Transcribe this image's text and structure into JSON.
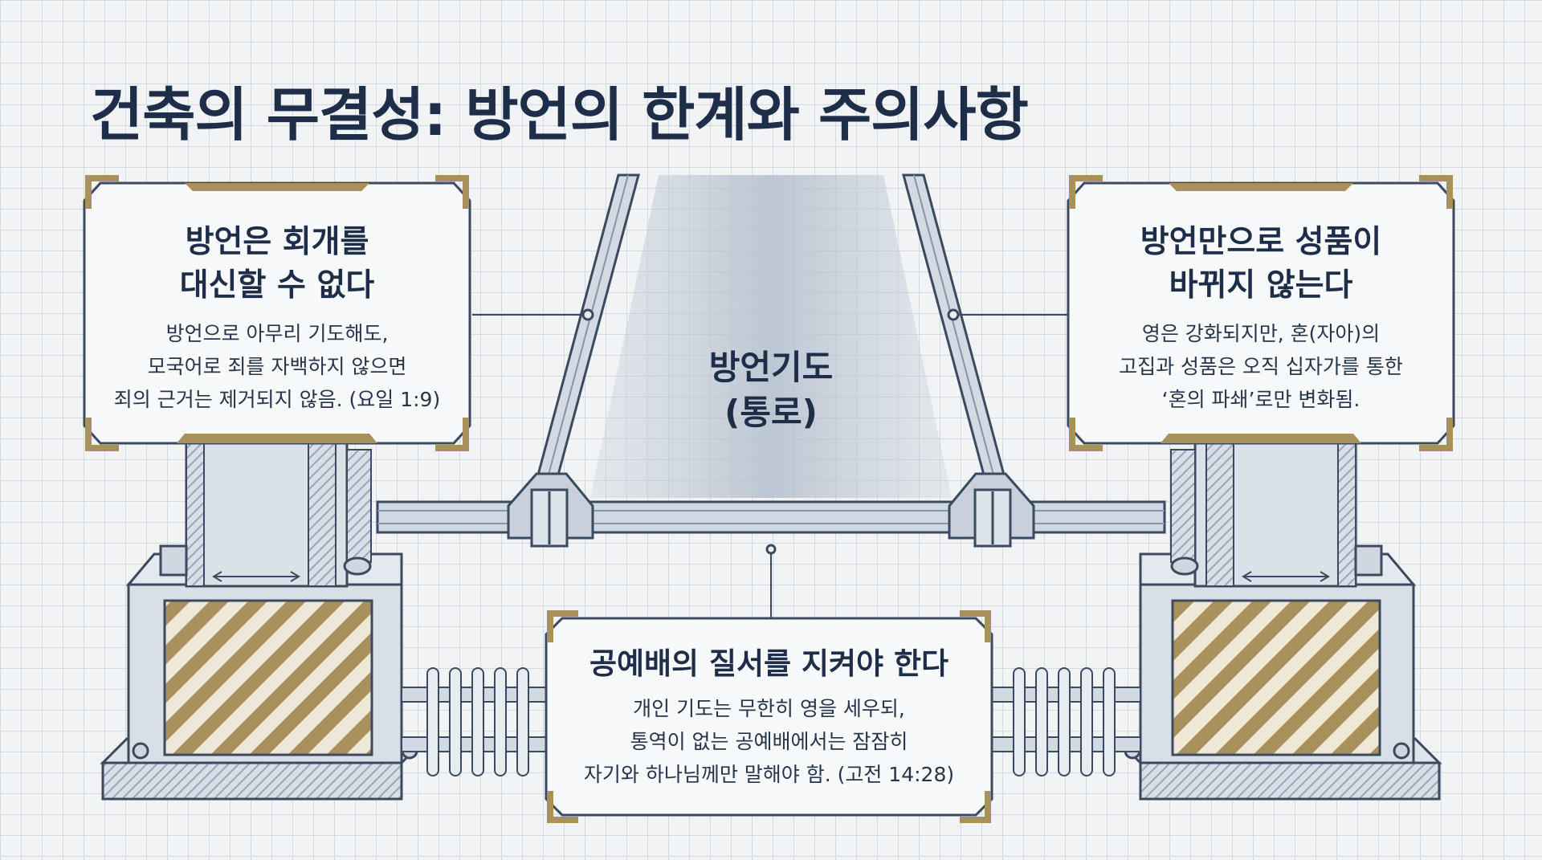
{
  "title": "건축의 무결성: 방언의 한계와 주의사항",
  "center_label": "방언기도\n(통로)",
  "cards": {
    "left": {
      "heading": "방언은 회개를\n대신할 수 없다",
      "body": "방언으로 아무리 기도해도,\n모국어로 죄를 자백하지 않으면\n죄의 근거는 제거되지 않음. (요일 1:9)"
    },
    "right": {
      "heading": "방언만으로 성품이\n바뀌지 않는다",
      "body": "영은 강화되지만, 혼(자아)의\n고집과 성품은 오직 십자가를 통한\n‘혼의 파쇄’로만 변화됨."
    },
    "bottom": {
      "heading": "공예배의 질서를 지켜야 한다",
      "body": "개인 기도는 무한히 영을 세우되,\n통역이 없는 공예배에서는 잠잠히\n자기와 하나님께만 말해야 함. (고전 14:28)"
    }
  },
  "colors": {
    "navy": "#1e2e48",
    "gold": "#a8915d",
    "steel": "#c3ccd8",
    "outline": "#3b4a5e"
  }
}
